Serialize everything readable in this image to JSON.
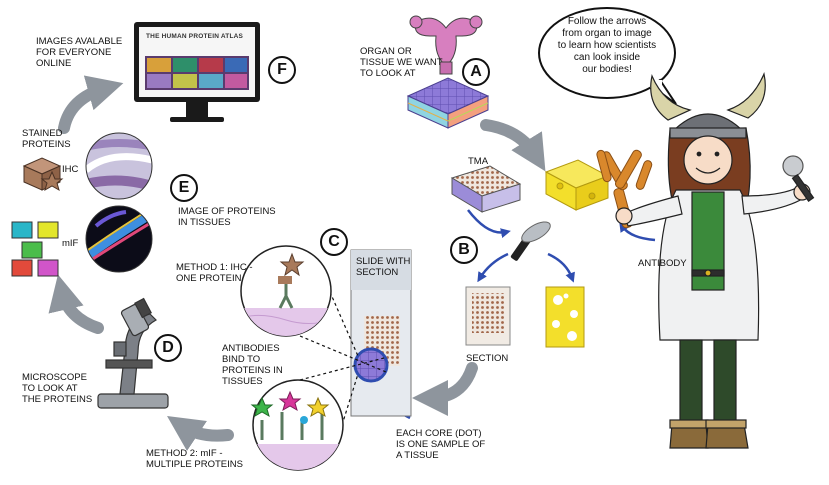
{
  "speech": "Follow the arrows\nfrom organ to image\nto learn how scientists\ncan look inside\nour bodies!",
  "steps": {
    "a": "A",
    "b": "B",
    "c": "C",
    "d": "D",
    "e": "E",
    "f": "F"
  },
  "labels": {
    "organ": "ORGAN OR\nTISSUE WE WANT\nTO LOOK AT",
    "tma": "TMA",
    "antibody": "ANTIBODY",
    "section": "SECTION",
    "slide": "SLIDE WITH\nSECTION",
    "method1": "METHOD 1: IHC -\nONE PROTEIN",
    "bind": "ANTIBODIES\nBIND TO\nPROTEINS IN\nTISSUES",
    "method2": "METHOD 2: mIF -\nMULTIPLE PROTEINS",
    "core": "EACH CORE (DOT)\nIS ONE SAMPLE OF\nA TISSUE",
    "microscope": "MICROSCOPE\nTO LOOK AT\nTHE PROTEINS",
    "stained": "STAINED\nPROTEINS",
    "ihc": "IHC",
    "mif": "mIF",
    "image_proteins": "IMAGE OF PROTEINS\nIN TISSUES",
    "images_available": "IMAGES AVALABLE\nFOR EVERYONE\nONLINE"
  },
  "monitor_brand": "THE HUMAN PROTEIN ATLAS",
  "colors": {
    "arrow": "#8e959d",
    "organ": "#d77fbf",
    "tissue_block": "#8a78d6",
    "cheese": "#f3df2b",
    "antibody": "#d9882c",
    "tan_box": "#a87a5b",
    "coat": "#f0f1f2",
    "shirt": "#3b8a3b"
  }
}
